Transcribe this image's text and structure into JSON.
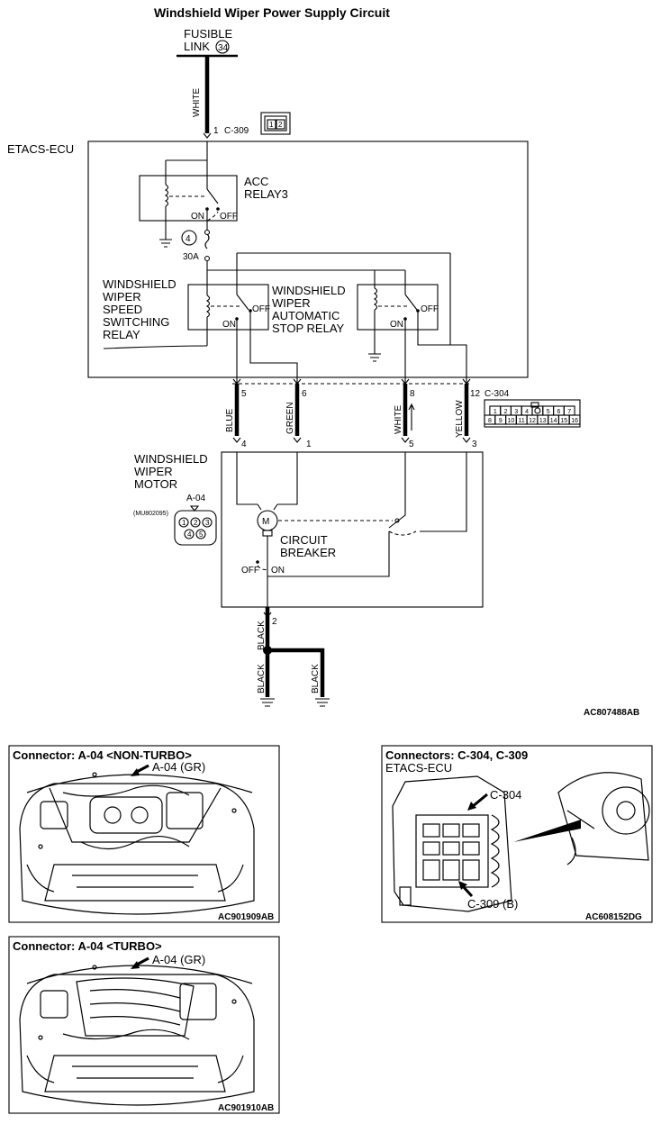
{
  "title": "Windshield Wiper Power Supply Circuit",
  "fusible_link": {
    "line1": "FUSIBLE",
    "line2": "LINK",
    "number": "34"
  },
  "wire_colors": {
    "top": "WHITE",
    "blue": "BLUE",
    "green": "GREEN",
    "white": "WHITE",
    "yellow": "YELLOW",
    "black_main": "BLACK",
    "black_left": "BLACK",
    "black_right": "BLACK"
  },
  "etacs": {
    "label": "ETACS-ECU",
    "input_pin": "1",
    "input_connector": "C-309",
    "c309_pins": [
      "1",
      "2"
    ],
    "acc_relay": {
      "line1": "ACC",
      "line2": "RELAY3",
      "on": "ON",
      "off": "OFF"
    },
    "fuse": {
      "number": "4",
      "rating": "30A"
    },
    "speed_relay": {
      "line1": "WINDSHIELD",
      "line2": "WIPER",
      "line3": "SPEED",
      "line4": "SWITCHING",
      "line5": "RELAY",
      "on": "ON",
      "off": "OFF"
    },
    "stop_relay": {
      "line1": "WINDSHIELD",
      "line2": "WIPER",
      "line3": "AUTOMATIC",
      "line4": "STOP RELAY",
      "on": "ON",
      "off": "OFF"
    },
    "pins": [
      "5",
      "6",
      "8",
      "12"
    ],
    "connector": "C-304",
    "c304_row1": [
      "1",
      "2",
      "3",
      "4",
      "",
      "5",
      "6",
      "7"
    ],
    "c304_row2": [
      "8",
      "9",
      "10",
      "11",
      "12",
      "13",
      "14",
      "15",
      "16"
    ]
  },
  "motor": {
    "line1": "WINDSHIELD",
    "line2": "WIPER",
    "line3": "MOTOR",
    "connector": "A-04",
    "part": "(MU802095)",
    "connector_pins": [
      "1",
      "2",
      "3",
      "4",
      "5"
    ],
    "pins": [
      "4",
      "1",
      "5",
      "3"
    ],
    "breaker_line1": "CIRCUIT",
    "breaker_line2": "BREAKER",
    "off": "OFF",
    "on": "ON",
    "ground_pin": "2"
  },
  "diagram_code": "AC807488AB",
  "panels": [
    {
      "title": "Connector: A-04 <NON-TURBO>",
      "callout": "A-04 (GR)",
      "code": "AC901909AB"
    },
    {
      "title": "Connectors: C-304, C-309",
      "subtitle": "ETACS-ECU",
      "callout1": "C-304",
      "callout2": "C-309 (B)",
      "code": "AC608152DG"
    },
    {
      "title": "Connector: A-04 <TURBO>",
      "callout": "A-04 (GR)",
      "code": "AC901910AB"
    }
  ]
}
